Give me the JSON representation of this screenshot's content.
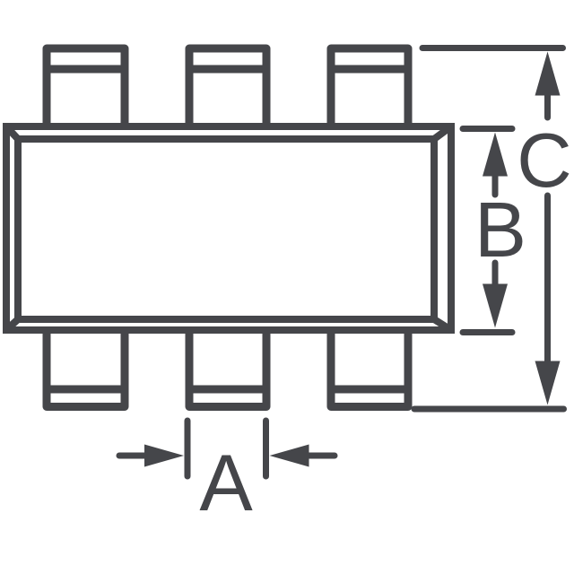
{
  "figure": {
    "kind": "package-outline-drawing",
    "view": "top",
    "stroke_color": "#45464A",
    "background_color": "#FFFFFF",
    "lead_count_top": 3,
    "lead_count_bottom": 3
  },
  "labels": {
    "dim_a": "A",
    "dim_b": "B",
    "dim_c": "C"
  }
}
